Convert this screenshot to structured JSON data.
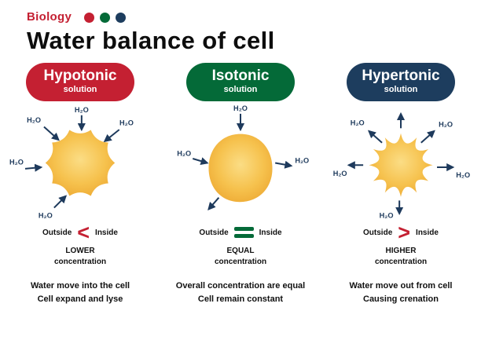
{
  "header": {
    "brand": "Biology",
    "title": "Water balance of cell",
    "dot_colors": [
      "#c42032",
      "#046a38",
      "#1d3d5e"
    ]
  },
  "h2o": "H₂O",
  "colors": {
    "accent_red": "#c42032",
    "accent_green": "#046a38",
    "accent_navy": "#1d3d5e",
    "arrow_navy": "#1e3a5c",
    "cell_yellow": "#f6c24e"
  },
  "columns": [
    {
      "name": "Hypotonic",
      "subtitle": "solution",
      "badge_color": "#c42032",
      "outside": "Outside",
      "inside": "Inside",
      "comparator": "<",
      "comparator_color": "#c42032",
      "concentration": [
        "LOWER",
        "concentration"
      ],
      "description": [
        "Water move into the cell",
        "Cell expand and lyse"
      ]
    },
    {
      "name": "Isotonic",
      "subtitle": "solution",
      "badge_color": "#046a38",
      "outside": "Outside",
      "inside": "Inside",
      "comparator": "=",
      "comparator_color": "#046a38",
      "concentration": [
        "EQUAL",
        "concentration"
      ],
      "description": [
        "Overall concentration are equal",
        "Cell remain constant"
      ]
    },
    {
      "name": "Hypertonic",
      "subtitle": "solution",
      "badge_color": "#1d3d5e",
      "outside": "Outside",
      "inside": "Inside",
      "comparator": ">",
      "comparator_color": "#c42032",
      "concentration": [
        "HIGHER",
        "concentration"
      ],
      "description": [
        "Water move out from cell",
        "Causing crenation"
      ]
    }
  ]
}
